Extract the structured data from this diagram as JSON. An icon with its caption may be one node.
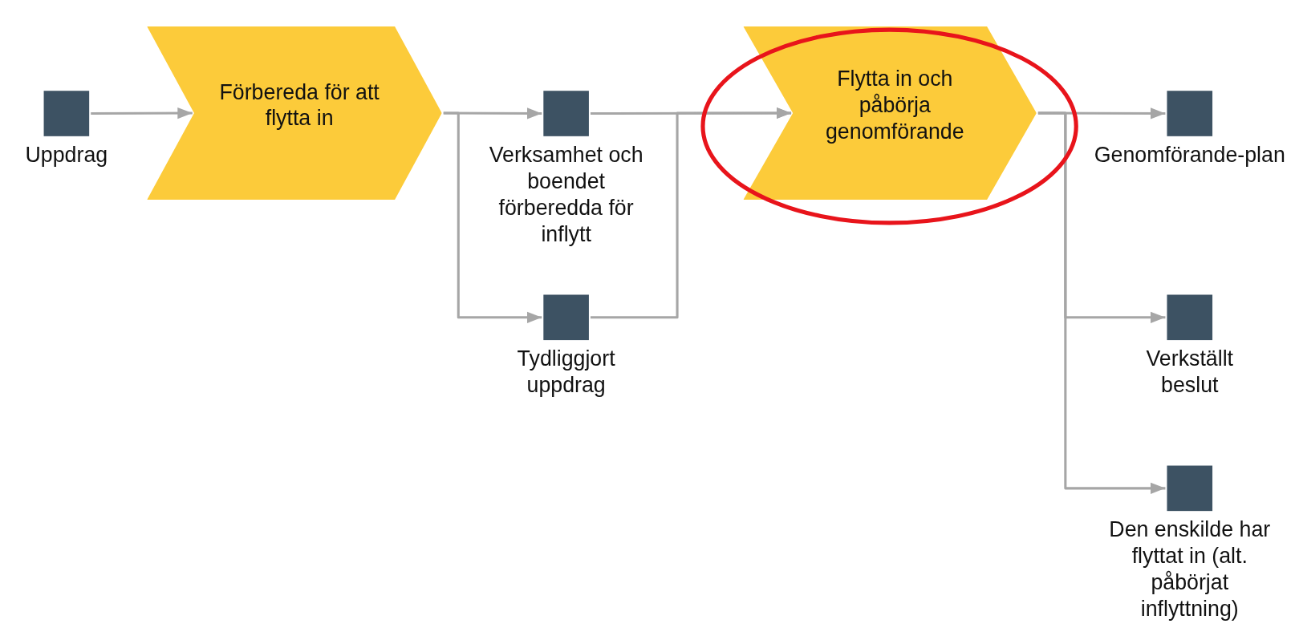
{
  "diagram": {
    "nodes": [
      {
        "text": [
          "Uppdrag"
        ]
      },
      {
        "text": [
          "Förbereda för att flytta in"
        ]
      },
      {
        "text": [
          "Verksamhet och boendet förberedda för inflytt"
        ]
      },
      {
        "text": [
          "Tydliggjort uppdrag"
        ]
      },
      {
        "text": [
          "Flytta in och påbörja genomförande"
        ]
      },
      {
        "text": [
          "Genomförande-plan"
        ]
      },
      {
        "text": [
          "Verkställt beslut"
        ]
      },
      {
        "text": [
          "Den enskilde har flyttat in (alt. påbörjat inflyttning)"
        ]
      }
    ],
    "edges": [
      {
        "from": 0,
        "to": 1,
        "arrow": "to"
      },
      {
        "from": 1,
        "to": 2,
        "arrow": "to"
      },
      {
        "from": 1,
        "to": 3,
        "arrow": "to"
      },
      {
        "from": 2,
        "to": 4,
        "arrow": "to"
      },
      {
        "from": 3,
        "to": 4,
        "arrow": "to"
      },
      {
        "from": 4,
        "to": 5,
        "arrow": "to"
      },
      {
        "from": 4,
        "to": 6,
        "arrow": "to"
      },
      {
        "from": 4,
        "to": 7,
        "arrow": "to"
      }
    ]
  }
}
